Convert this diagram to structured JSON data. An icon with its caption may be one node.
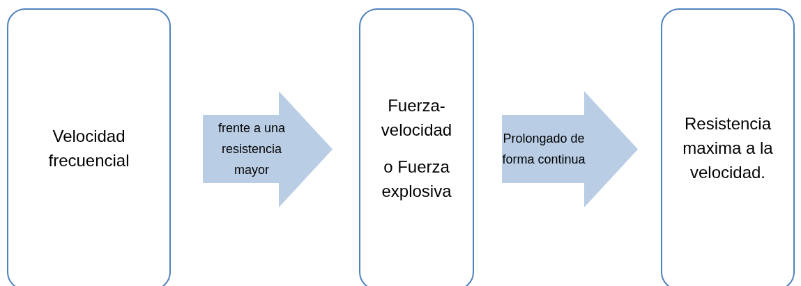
{
  "diagram": {
    "nodes": [
      {
        "text": [
          "Velocidad frecuencial"
        ]
      },
      {
        "text": [
          "Fuerza- velocidad",
          "o Fuerza explosiva"
        ]
      },
      {
        "text": [
          "Resistencia maxima a la velocidad."
        ]
      }
    ],
    "edges": [
      {
        "from": 0,
        "to": 1,
        "arrow": "to",
        "label": "frente a una resistencia mayor"
      },
      {
        "from": 1,
        "to": 2,
        "arrow": "to",
        "label": "Prolongado de forma continua"
      }
    ]
  }
}
